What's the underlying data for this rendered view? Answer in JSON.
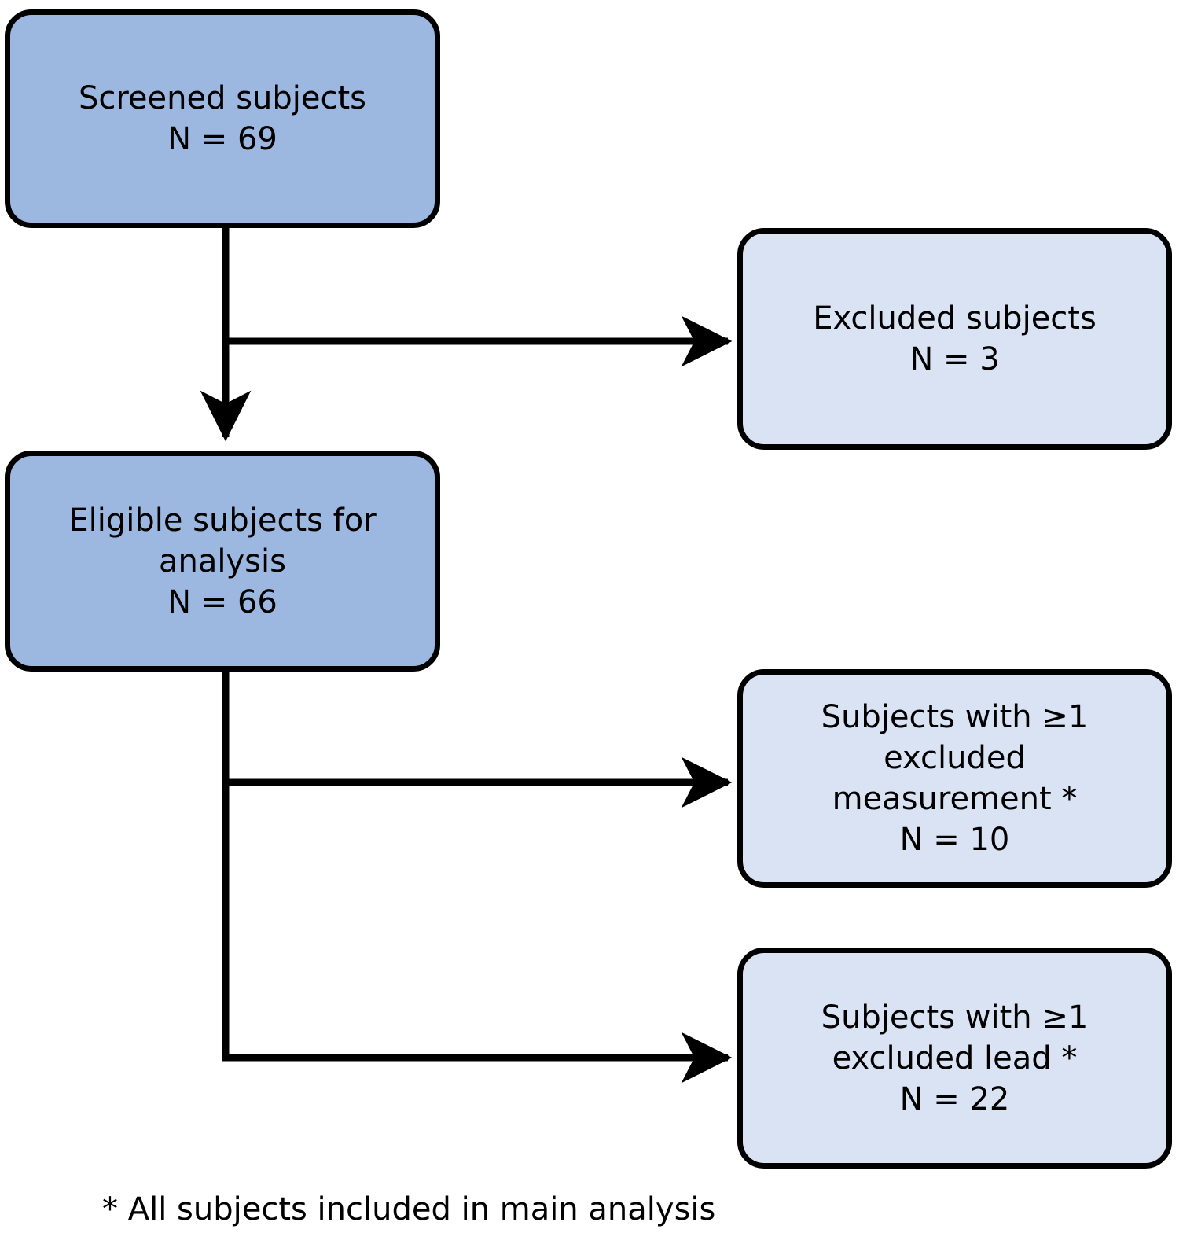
{
  "figure": {
    "type": "flowchart",
    "title": "Subject disposition flow diagram",
    "colors": {
      "primary_fill": "#9CB7E0",
      "secondary_fill": "#DAE3F3",
      "stroke": "#000000",
      "background": "#FFFFFF",
      "text": "#000000"
    }
  },
  "nodes": {
    "screened": {
      "id": "screened-subjects",
      "style": "primary",
      "lines": [
        "Screened subjects",
        "N = 69"
      ],
      "label": "Screened subjects",
      "count_text": "N = 69",
      "count": 69
    },
    "excluded": {
      "id": "excluded-subjects",
      "style": "secondary",
      "lines": [
        "Excluded subjects",
        "N = 3"
      ],
      "label": "Excluded subjects",
      "count_text": "N = 3",
      "count": 3
    },
    "eligible": {
      "id": "eligible-subjects",
      "style": "primary",
      "lines": [
        "Eligible subjects for",
        "analysis",
        "N = 66"
      ],
      "label": "Eligible subjects for analysis",
      "count_text": "N = 66",
      "count": 66
    },
    "excluded_measurement": {
      "id": "subjects-excluded-measurement",
      "style": "secondary",
      "lines": [
        "Subjects with ≥1",
        "excluded",
        "measurement *",
        "N = 10"
      ],
      "label": "Subjects with ≥1 excluded measurement *",
      "count_text": "N = 10",
      "count": 10
    },
    "excluded_lead": {
      "id": "subjects-excluded-lead",
      "style": "secondary",
      "lines": [
        "Subjects with ≥1",
        "excluded lead *",
        "N = 22"
      ],
      "label": "Subjects with ≥1 excluded lead *",
      "count_text": "N = 22",
      "count": 22
    }
  },
  "footnote": {
    "text": "* All subjects included in main analysis"
  },
  "connectors": [
    {
      "from": "screened",
      "to": "eligible",
      "kind": "vertical-arrow"
    },
    {
      "from": "screened",
      "to": "excluded",
      "kind": "branch-arrow-right"
    },
    {
      "from": "eligible",
      "to": "excluded_measurement",
      "kind": "branch-arrow-right"
    },
    {
      "from": "eligible",
      "to": "excluded_lead",
      "kind": "branch-arrow-right"
    }
  ]
}
